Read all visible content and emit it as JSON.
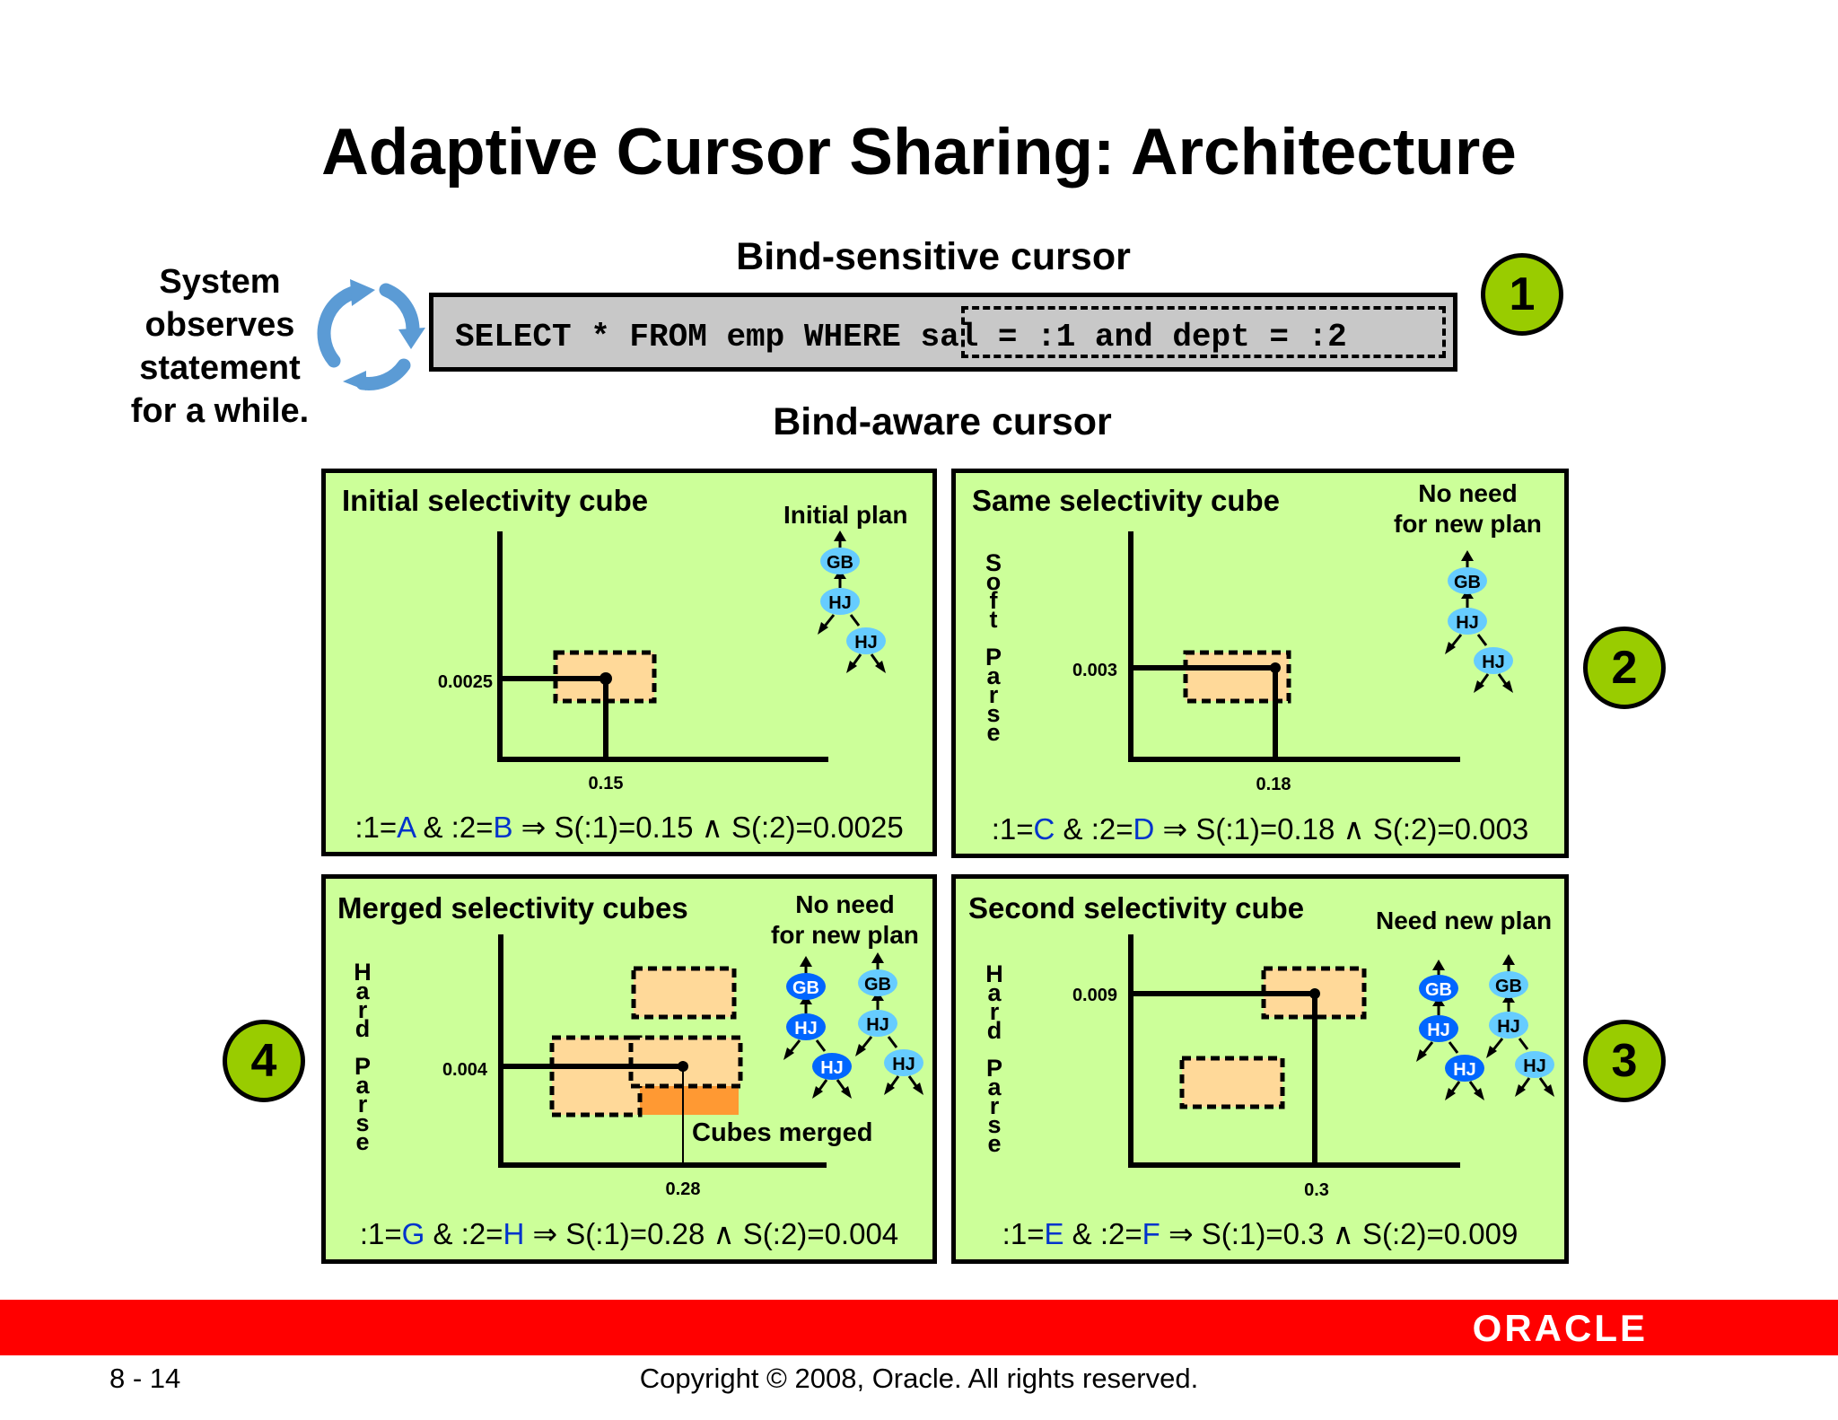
{
  "title": "Adaptive Cursor Sharing: Architecture",
  "observe_text": [
    "System",
    "observes",
    "statement",
    "for a while."
  ],
  "bind_sensitive_label": "Bind-sensitive cursor",
  "bind_aware_label": "Bind-aware cursor",
  "sql": {
    "prefix": "SELECT * FROM emp WHERE ",
    "predicate": "sal = :1 and dept = :2"
  },
  "steps": [
    "1",
    "2",
    "3",
    "4"
  ],
  "plan_nodes": {
    "gb": "GB",
    "hj": "HJ"
  },
  "vertical_labels": {
    "soft": "Soft Parse",
    "hard": "Hard Parse"
  },
  "cubes_merged_label": "Cubes merged",
  "panels": {
    "initial": {
      "title": "Initial selectivity cube",
      "plan_label": [
        "Initial plan"
      ],
      "y_value": "0.0025",
      "x_value": "0.15",
      "formula": {
        "b1": "A",
        "b2": "B",
        "rest": "S(:1)=0.15 ∧ S(:2)=0.0025"
      }
    },
    "same": {
      "title": "Same selectivity cube",
      "plan_label": [
        "No need",
        "for new plan"
      ],
      "y_value": "0.003",
      "x_value": "0.18",
      "formula": {
        "b1": "C",
        "b2": "D",
        "rest": "S(:1)=0.18 ∧ S(:2)=0.003"
      }
    },
    "merged": {
      "title": "Merged selectivity cubes",
      "plan_label": [
        "No need",
        "for new plan"
      ],
      "y_value": "0.004",
      "x_value": "0.28",
      "formula": {
        "b1": "G",
        "b2": "H",
        "rest": "S(:1)=0.28 ∧ S(:2)=0.004"
      }
    },
    "second": {
      "title": "Second selectivity cube",
      "plan_label": [
        "Need new plan"
      ],
      "y_value": "0.009",
      "x_value": "0.3",
      "formula": {
        "b1": "E",
        "b2": "F",
        "rest": "S(:1)=0.3 ∧ S(:2)=0.009"
      }
    }
  },
  "colors": {
    "panel_bg": "#ccff99",
    "step_circle": "#99cc00",
    "cube_fill": "#ffd999",
    "merged_fill": "#ff9933",
    "node_light": "#66ccff",
    "node_dark": "#0066ff",
    "bind_var": "#0033cc",
    "footer_bar": "#ff0000"
  },
  "footer": {
    "page": "8 - 14",
    "copyright": "Copyright © 2008, Oracle. All rights reserved.",
    "logo": "ORACLE"
  }
}
